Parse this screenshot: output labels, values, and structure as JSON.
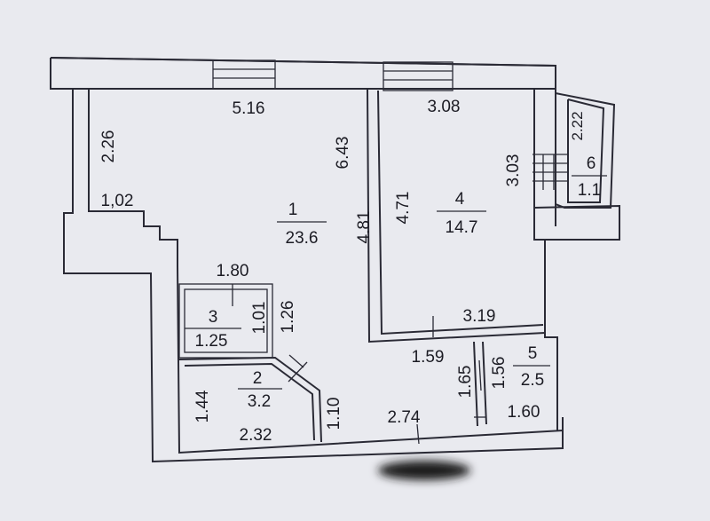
{
  "rooms": [
    {
      "number": "1",
      "area": "23.6"
    },
    {
      "number": "2",
      "area": "3.2"
    },
    {
      "number": "3",
      "area": "1.25"
    },
    {
      "number": "4",
      "area": "14.7"
    },
    {
      "number": "5",
      "area": "2.5"
    },
    {
      "number": "6",
      "area": "1.1"
    }
  ],
  "dimensions": {
    "d_5_16": "5.16",
    "d_2_26": "2.26",
    "d_1_02": "1,02",
    "d_6_43": "6.43",
    "d_4_81": "4.81",
    "d_4_71": "4.71",
    "d_3_08": "3.08",
    "d_3_03": "3.03",
    "d_2_22": "2.22",
    "d_1_80": "1.80",
    "d_1_01": "1.01",
    "d_1_26": "1.26",
    "d_1_44": "1.44",
    "d_2_32": "2.32",
    "d_1_10": "1.10",
    "d_2_74": "2.74",
    "d_1_59": "1.59",
    "d_1_65": "1.65",
    "d_1_56": "1.56",
    "d_1_60": "1.60",
    "d_3_19": "3.19"
  }
}
